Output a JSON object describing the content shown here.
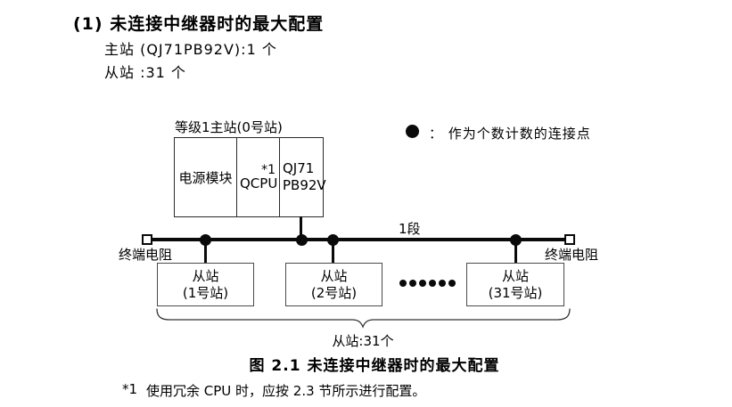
{
  "colors": {
    "text": "#000000",
    "line": "#0a0a0a",
    "box_border": "#2b2b2b"
  },
  "section": {
    "heading": "(1) 未连接中继器时的最大配置",
    "master_count_line": "主站 (QJ71PB92V):1 个",
    "slave_count_line": "从站 :31 个"
  },
  "diagram": {
    "master_label": "等级1主站(0号站)",
    "master_modules": {
      "power": "电源模块",
      "cpu": "QCPU",
      "cpu_note_ref": "*1",
      "network_line1": "QJ71",
      "network_line2": "PB92V"
    },
    "legend": {
      "text": "： 作为个数计数的连接点"
    },
    "segment_label": "1段",
    "terminator_left": "终端电阻",
    "terminator_right": "终端电阻",
    "slaves": [
      {
        "line1": "从站",
        "line2": "(1号站)"
      },
      {
        "line1": "从站",
        "line2": "(2号站)"
      },
      {
        "line1": "从站",
        "line2": "(31号站)"
      }
    ],
    "slave_total": "从站:31个"
  },
  "caption": "图 2.1 未连接中继器时的最大配置",
  "footnote": {
    "marker": "*1",
    "text": "使用冗余 CPU 时，应按 2.3 节所示进行配置。"
  }
}
